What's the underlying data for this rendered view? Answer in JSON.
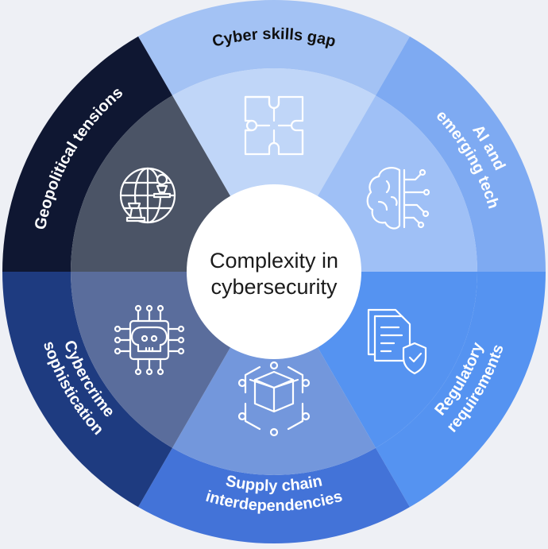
{
  "center": {
    "line1": "Complexity in",
    "line2": "cybersecurity"
  },
  "segments": [
    {
      "key": "skills",
      "line1": "Cyber skills gap",
      "line2": "",
      "icon": "puzzle-icon",
      "outer_color": "#a3c2f4",
      "inner_color": "#c0d6f8",
      "text_color": "#101010"
    },
    {
      "key": "ai",
      "line1": "AI and",
      "line2": "emerging tech",
      "icon": "brain-circuit-icon",
      "outer_color": "#7eaaf2",
      "inner_color": "#9fc0f6",
      "text_color": "#ffffff"
    },
    {
      "key": "regulatory",
      "line1": "Regulatory",
      "line2": "requirements",
      "icon": "document-shield-icon",
      "outer_color": "#5593f1",
      "inner_color": "#5593f1",
      "text_color": "#ffffff"
    },
    {
      "key": "supply",
      "line1": "Supply chain",
      "line2": "interdependencies",
      "icon": "package-network-icon",
      "outer_color": "#4373d8",
      "inner_color": "#7397dc",
      "text_color": "#ffffff"
    },
    {
      "key": "cybercrime",
      "line1": "Cybercrime",
      "line2": "sophistication",
      "icon": "skull-chip-icon",
      "outer_color": "#1e3b80",
      "inner_color": "#5a6d9c",
      "text_color": "#ffffff"
    },
    {
      "key": "geopolitical",
      "line1": "Geopolitical tensions",
      "line2": "",
      "icon": "globe-chess-icon",
      "outer_color": "#0f1732",
      "inner_color": "#4b5466",
      "text_color": "#ffffff"
    }
  ]
}
